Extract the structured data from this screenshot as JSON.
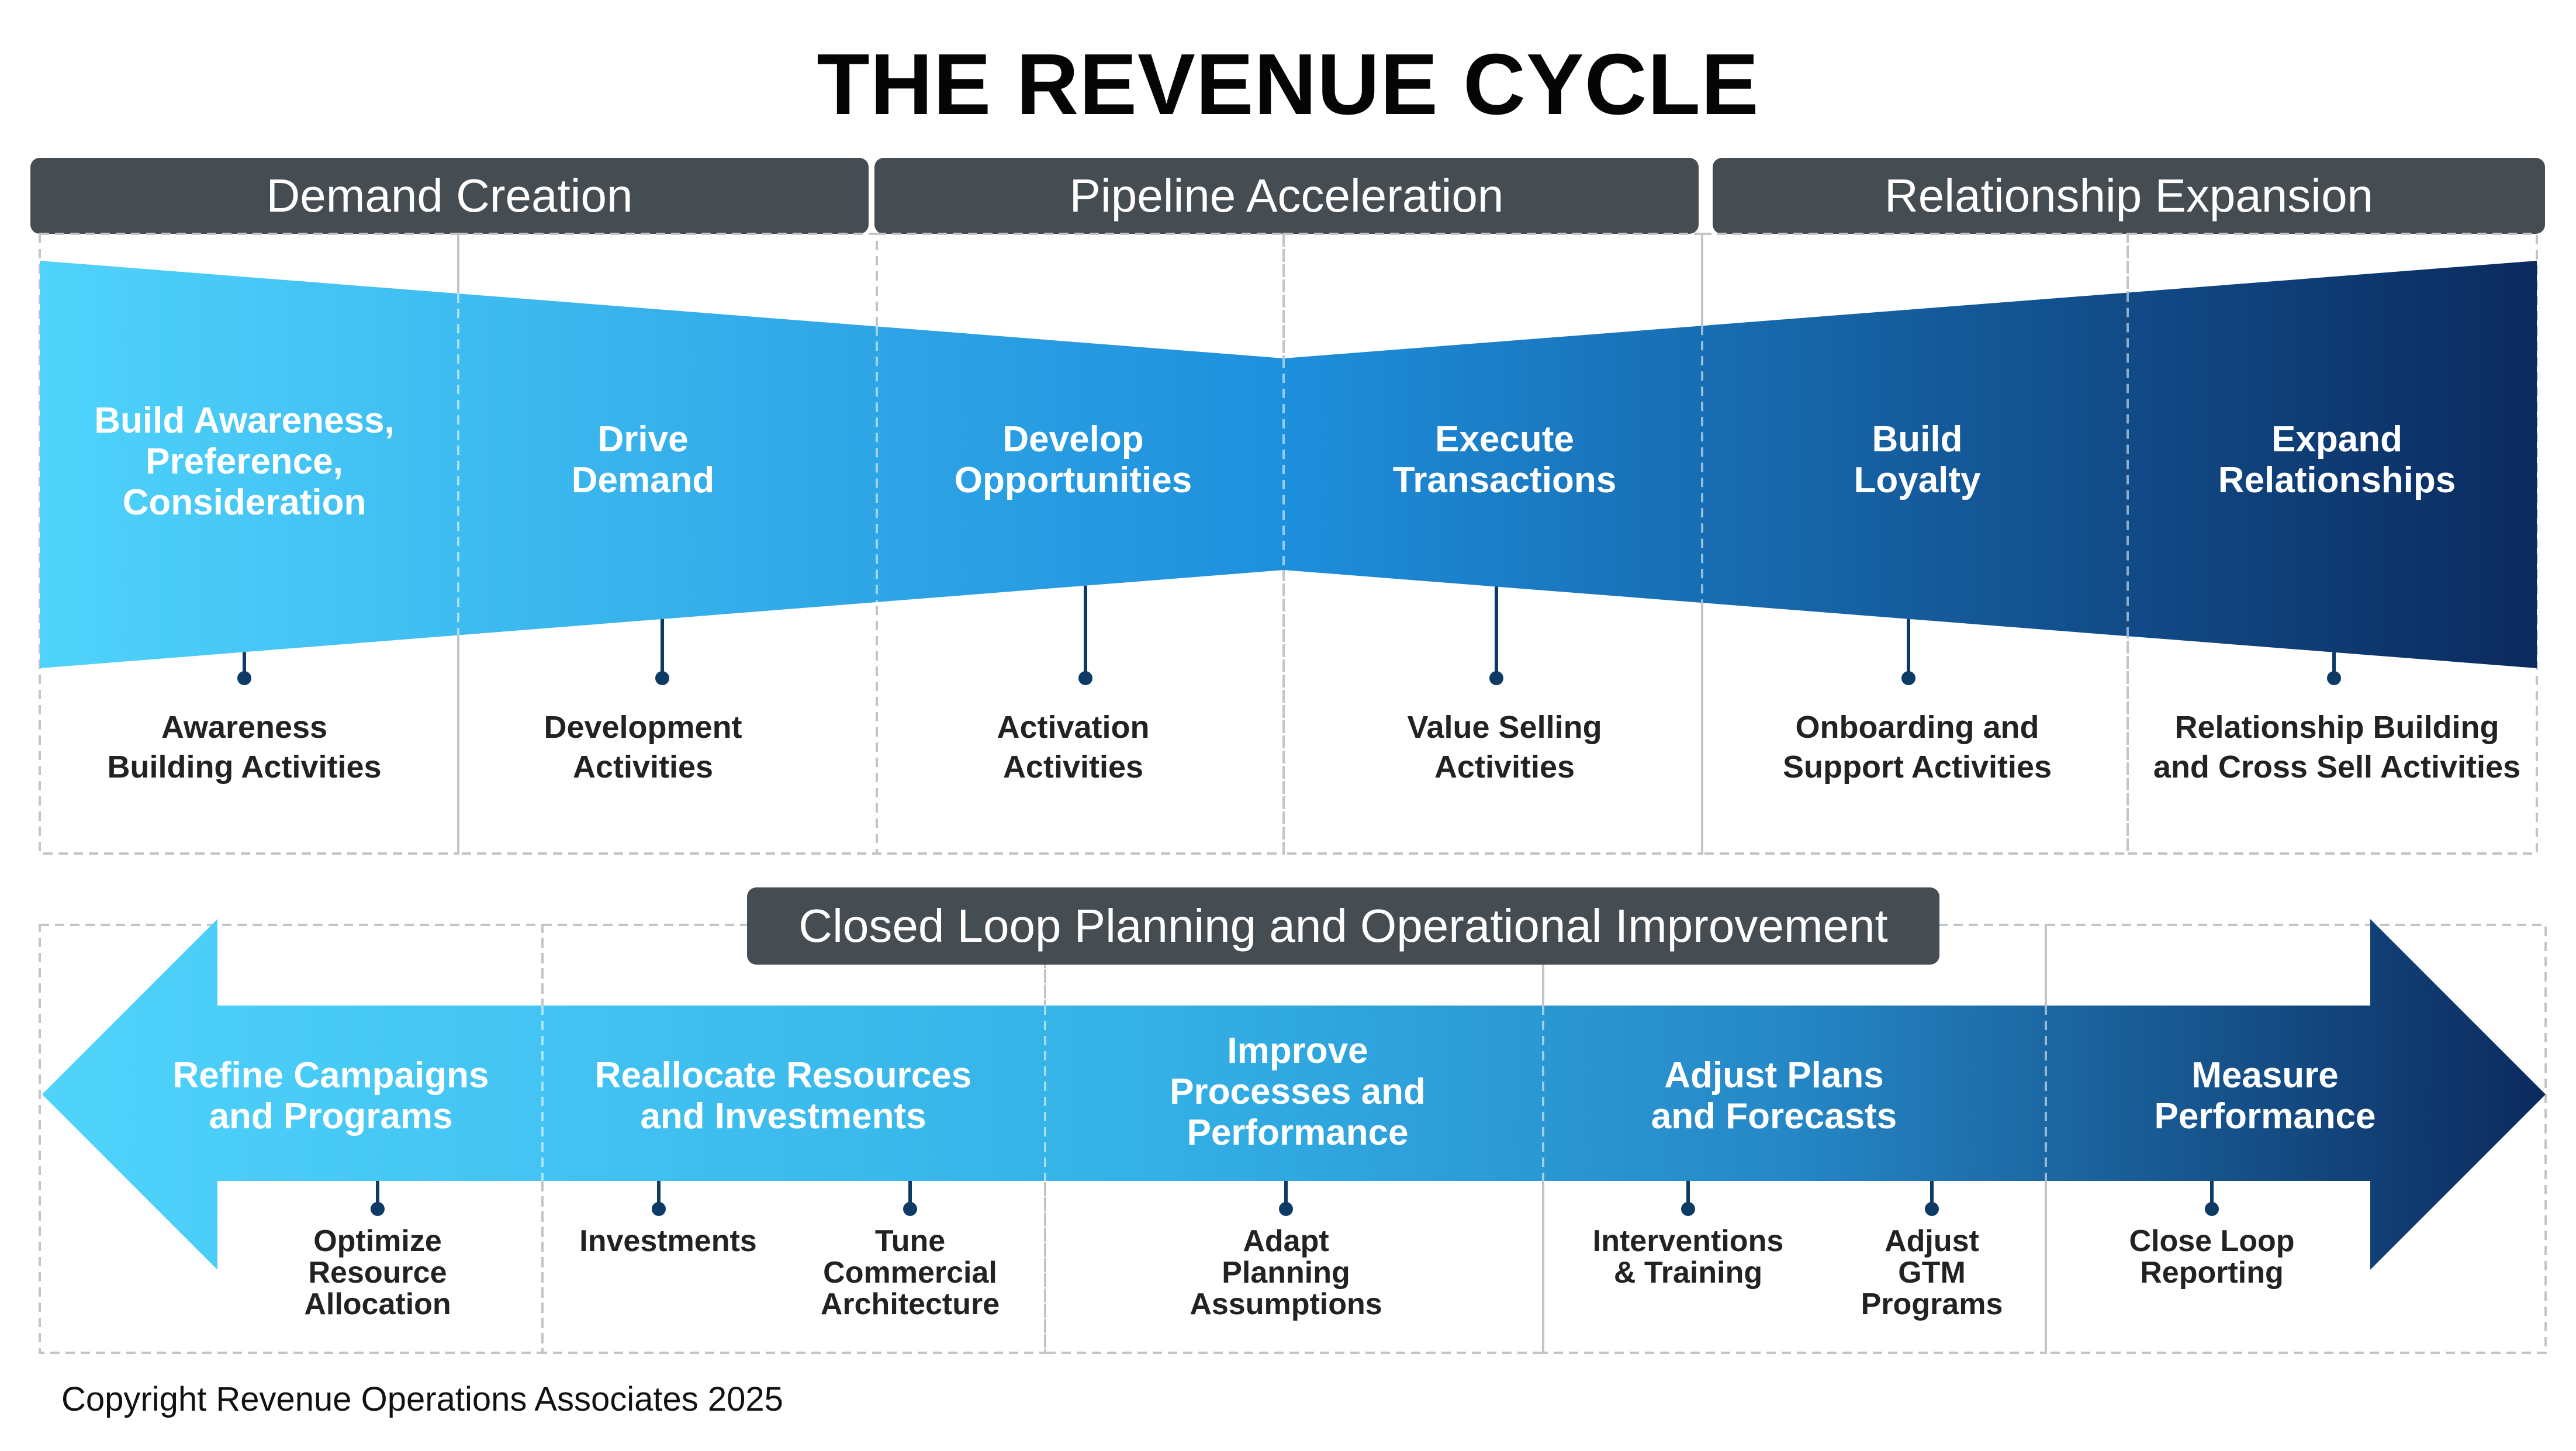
{
  "title": "THE REVENUE CYCLE",
  "phases": [
    {
      "label": "Demand Creation"
    },
    {
      "label": "Pipeline Acceleration"
    },
    {
      "label": "Relationship Expansion"
    }
  ],
  "stages": [
    {
      "name": [
        "Build Awareness,",
        "Preference,",
        "Consideration"
      ],
      "activity": [
        "Awareness",
        "Building Activities"
      ]
    },
    {
      "name": [
        "Drive",
        "Demand"
      ],
      "activity": [
        "Development",
        "Activities"
      ]
    },
    {
      "name": [
        "Develop",
        "Opportunities"
      ],
      "activity": [
        "Activation",
        "Activities"
      ]
    },
    {
      "name": [
        "Execute",
        "Transactions"
      ],
      "activity": [
        "Value Selling",
        "Activities"
      ]
    },
    {
      "name": [
        "Build",
        "Loyalty"
      ],
      "activity": [
        "Onboarding and",
        "Support Activities"
      ]
    },
    {
      "name": [
        "Expand",
        "Relationships"
      ],
      "activity": [
        "Relationship Building",
        "and Cross Sell Activities"
      ]
    }
  ],
  "loop": {
    "header": "Closed Loop Planning and Operational Improvement",
    "steps": [
      {
        "name": [
          "Refine Campaigns",
          "and Programs"
        ],
        "actions": [
          [
            "Optimize",
            "Resource",
            "Allocation"
          ]
        ]
      },
      {
        "name": [
          "Reallocate Resources",
          "and Investments"
        ],
        "actions": [
          [
            "Investments"
          ],
          [
            "Tune",
            "Commercial",
            "Architecture"
          ]
        ]
      },
      {
        "name": [
          "Improve",
          "Processes and",
          "Performance"
        ],
        "actions": [
          [
            "Adapt",
            "Planning",
            "Assumptions"
          ]
        ]
      },
      {
        "name": [
          "Adjust Plans",
          "and Forecasts"
        ],
        "actions": [
          [
            "Interventions",
            "& Training"
          ],
          [
            "Adjust",
            "GTM",
            "Programs"
          ]
        ]
      },
      {
        "name": [
          "Measure",
          "Performance"
        ],
        "actions": [
          [
            "Close Loop",
            "Reporting"
          ]
        ]
      }
    ]
  },
  "copyright": "Copyright Revenue Operations Associates 2025",
  "colors": {
    "header_bg": "#454c52",
    "gradient_start": "#4fd3fb",
    "gradient_mid": "#1e8fdc",
    "gradient_end": "#0b2a5e",
    "pin": "#0e3a66"
  }
}
